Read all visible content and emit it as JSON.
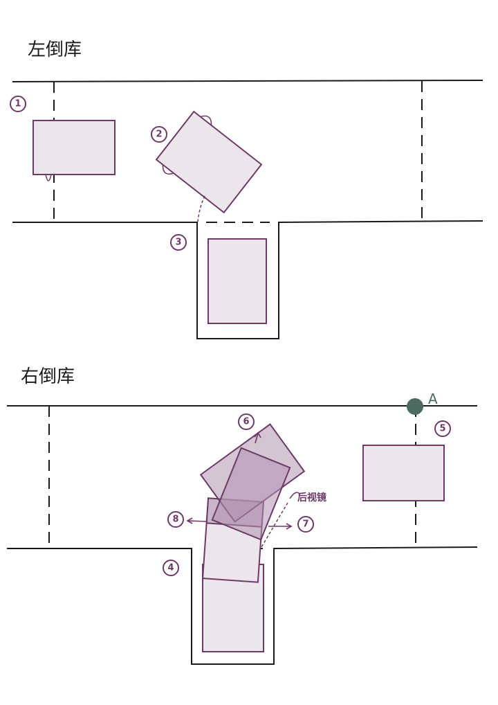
{
  "sections": {
    "left": {
      "title": "左倒库"
    },
    "right": {
      "title": "右倒库"
    }
  },
  "steps": {
    "s1": "1",
    "s2": "2",
    "s3": "3",
    "s4": "4",
    "s5": "5",
    "s6": "6",
    "s7": "7",
    "s8": "8"
  },
  "annotations": {
    "mirror_label": "后视镜",
    "point_a": "A"
  },
  "colors": {
    "car_outline": "#6b3a66",
    "car_fill": "#ece6ec",
    "point_a": "#4d6b62",
    "road": "#1a1a1a"
  }
}
